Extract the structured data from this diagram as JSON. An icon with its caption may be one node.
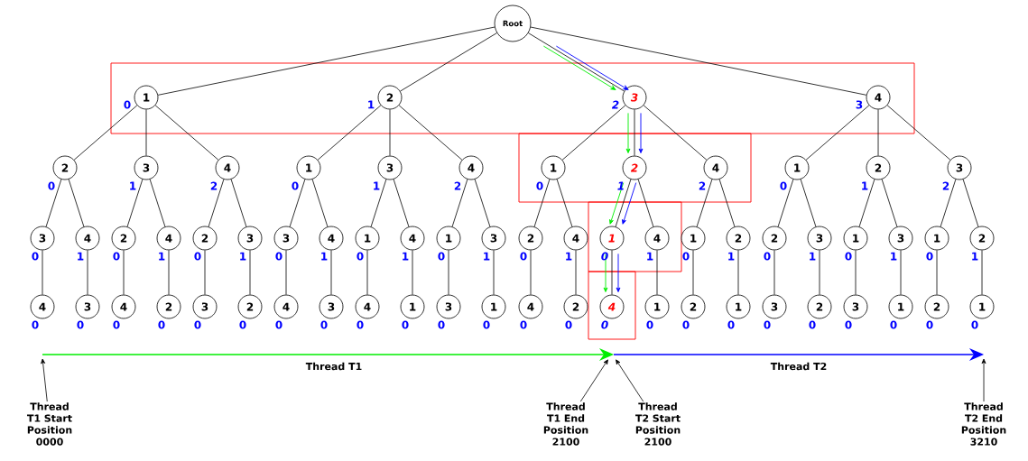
{
  "diagram": {
    "nodes": [
      {
        "text": [
          "Root"
        ]
      },
      {
        "text": [
          "1"
        ],
        "beside": [
          "0"
        ]
      },
      {
        "text": [
          "2"
        ],
        "beside": [
          "1"
        ]
      },
      {
        "text": [
          "3"
        ],
        "beside": [
          "2"
        ]
      },
      {
        "text": [
          "4"
        ],
        "beside": [
          "3"
        ]
      },
      {
        "text": [
          "2"
        ],
        "beside": [
          "0"
        ]
      },
      {
        "text": [
          "3"
        ],
        "beside": [
          "1"
        ]
      },
      {
        "text": [
          "4"
        ],
        "beside": [
          "2"
        ]
      },
      {
        "text": [
          "1"
        ],
        "beside": [
          "0"
        ]
      },
      {
        "text": [
          "3"
        ],
        "beside": [
          "1"
        ]
      },
      {
        "text": [
          "4"
        ],
        "beside": [
          "2"
        ]
      },
      {
        "text": [
          "1"
        ],
        "beside": [
          "0"
        ]
      },
      {
        "text": [
          "2"
        ],
        "beside": [
          "1"
        ]
      },
      {
        "text": [
          "4"
        ],
        "beside": [
          "2"
        ]
      },
      {
        "text": [
          "1"
        ],
        "beside": [
          "0"
        ]
      },
      {
        "text": [
          "2"
        ],
        "beside": [
          "1"
        ]
      },
      {
        "text": [
          "3"
        ],
        "beside": [
          "2"
        ]
      },
      {
        "text": [
          "3"
        ],
        "beside": [
          "0"
        ]
      },
      {
        "text": [
          "4"
        ],
        "beside": [
          "1"
        ]
      },
      {
        "text": [
          "2"
        ],
        "beside": [
          "0"
        ]
      },
      {
        "text": [
          "4"
        ],
        "beside": [
          "1"
        ]
      },
      {
        "text": [
          "2"
        ],
        "beside": [
          "0"
        ]
      },
      {
        "text": [
          "3"
        ],
        "beside": [
          "1"
        ]
      },
      {
        "text": [
          "3"
        ],
        "beside": [
          "0"
        ]
      },
      {
        "text": [
          "4"
        ],
        "beside": [
          "1"
        ]
      },
      {
        "text": [
          "1"
        ],
        "beside": [
          "0"
        ]
      },
      {
        "text": [
          "4"
        ],
        "beside": [
          "1"
        ]
      },
      {
        "text": [
          "1"
        ],
        "beside": [
          "0"
        ]
      },
      {
        "text": [
          "3"
        ],
        "beside": [
          "1"
        ]
      },
      {
        "text": [
          "2"
        ],
        "beside": [
          "0"
        ]
      },
      {
        "text": [
          "4"
        ],
        "beside": [
          "1"
        ]
      },
      {
        "text": [
          "1"
        ],
        "beside": [
          "0"
        ]
      },
      {
        "text": [
          "4"
        ],
        "beside": [
          "1"
        ]
      },
      {
        "text": [
          "1"
        ],
        "beside": [
          "0"
        ]
      },
      {
        "text": [
          "2"
        ],
        "beside": [
          "1"
        ]
      },
      {
        "text": [
          "2"
        ],
        "beside": [
          "0"
        ]
      },
      {
        "text": [
          "3"
        ],
        "beside": [
          "1"
        ]
      },
      {
        "text": [
          "1"
        ],
        "beside": [
          "0"
        ]
      },
      {
        "text": [
          "3"
        ],
        "beside": [
          "1"
        ]
      },
      {
        "text": [
          "1"
        ],
        "beside": [
          "0"
        ]
      },
      {
        "text": [
          "2"
        ],
        "beside": [
          "1"
        ]
      },
      {
        "text": [
          "4"
        ],
        "beside": [
          "0"
        ]
      },
      {
        "text": [
          "3"
        ],
        "beside": [
          "0"
        ]
      },
      {
        "text": [
          "4"
        ],
        "beside": [
          "0"
        ]
      },
      {
        "text": [
          "2"
        ],
        "beside": [
          "0"
        ]
      },
      {
        "text": [
          "3"
        ],
        "beside": [
          "0"
        ]
      },
      {
        "text": [
          "2"
        ],
        "beside": [
          "0"
        ]
      },
      {
        "text": [
          "4"
        ],
        "beside": [
          "0"
        ]
      },
      {
        "text": [
          "3"
        ],
        "beside": [
          "0"
        ]
      },
      {
        "text": [
          "4"
        ],
        "beside": [
          "0"
        ]
      },
      {
        "text": [
          "1"
        ],
        "beside": [
          "0"
        ]
      },
      {
        "text": [
          "3"
        ],
        "beside": [
          "0"
        ]
      },
      {
        "text": [
          "1"
        ],
        "beside": [
          "0"
        ]
      },
      {
        "text": [
          "4"
        ],
        "beside": [
          "0"
        ]
      },
      {
        "text": [
          "2"
        ],
        "beside": [
          "0"
        ]
      },
      {
        "text": [
          "4"
        ],
        "beside": [
          "0"
        ]
      },
      {
        "text": [
          "1"
        ],
        "beside": [
          "0"
        ]
      },
      {
        "text": [
          "2"
        ],
        "beside": [
          "0"
        ]
      },
      {
        "text": [
          "1"
        ],
        "beside": [
          "0"
        ]
      },
      {
        "text": [
          "3"
        ],
        "beside": [
          "0"
        ]
      },
      {
        "text": [
          "2"
        ],
        "beside": [
          "0"
        ]
      },
      {
        "text": [
          "3"
        ],
        "beside": [
          "0"
        ]
      },
      {
        "text": [
          "1"
        ],
        "beside": [
          "0"
        ]
      },
      {
        "text": [
          "2"
        ],
        "beside": [
          "0"
        ]
      },
      {
        "text": [
          "1"
        ],
        "beside": [
          "0"
        ]
      },
      {
        "text": [
          "Thread T1 Start Position 0000"
        ]
      },
      {
        "text": [
          "Thread T1 End Position 2100"
        ]
      },
      {
        "text": [
          "Thread T2 Start Position 2100"
        ]
      },
      {
        "text": [
          "Thread T2 End Position 3210"
        ]
      }
    ],
    "edges": [
      {
        "from": 0,
        "to": 1,
        "arrow": "none"
      },
      {
        "from": 0,
        "to": 2,
        "arrow": "none"
      },
      {
        "from": 0,
        "to": 3,
        "arrow": "none"
      },
      {
        "from": 0,
        "to": 4,
        "arrow": "none"
      },
      {
        "from": 1,
        "to": 5,
        "arrow": "none"
      },
      {
        "from": 1,
        "to": 6,
        "arrow": "none"
      },
      {
        "from": 1,
        "to": 7,
        "arrow": "none"
      },
      {
        "from": 2,
        "to": 8,
        "arrow": "none"
      },
      {
        "from": 2,
        "to": 9,
        "arrow": "none"
      },
      {
        "from": 2,
        "to": 10,
        "arrow": "none"
      },
      {
        "from": 3,
        "to": 11,
        "arrow": "none"
      },
      {
        "from": 3,
        "to": 12,
        "arrow": "none"
      },
      {
        "from": 3,
        "to": 13,
        "arrow": "none"
      },
      {
        "from": 4,
        "to": 14,
        "arrow": "none"
      },
      {
        "from": 4,
        "to": 15,
        "arrow": "none"
      },
      {
        "from": 4,
        "to": 16,
        "arrow": "none"
      },
      {
        "from": 5,
        "to": 17,
        "arrow": "none"
      },
      {
        "from": 5,
        "to": 18,
        "arrow": "none"
      },
      {
        "from": 6,
        "to": 19,
        "arrow": "none"
      },
      {
        "from": 6,
        "to": 20,
        "arrow": "none"
      },
      {
        "from": 7,
        "to": 21,
        "arrow": "none"
      },
      {
        "from": 7,
        "to": 22,
        "arrow": "none"
      },
      {
        "from": 8,
        "to": 23,
        "arrow": "none"
      },
      {
        "from": 8,
        "to": 24,
        "arrow": "none"
      },
      {
        "from": 9,
        "to": 25,
        "arrow": "none"
      },
      {
        "from": 9,
        "to": 26,
        "arrow": "none"
      },
      {
        "from": 10,
        "to": 27,
        "arrow": "none"
      },
      {
        "from": 10,
        "to": 28,
        "arrow": "none"
      },
      {
        "from": 11,
        "to": 29,
        "arrow": "none"
      },
      {
        "from": 11,
        "to": 30,
        "arrow": "none"
      },
      {
        "from": 12,
        "to": 31,
        "arrow": "none"
      },
      {
        "from": 12,
        "to": 32,
        "arrow": "none"
      },
      {
        "from": 13,
        "to": 33,
        "arrow": "none"
      },
      {
        "from": 13,
        "to": 34,
        "arrow": "none"
      },
      {
        "from": 14,
        "to": 35,
        "arrow": "none"
      },
      {
        "from": 14,
        "to": 36,
        "arrow": "none"
      },
      {
        "from": 15,
        "to": 37,
        "arrow": "none"
      },
      {
        "from": 15,
        "to": 38,
        "arrow": "none"
      },
      {
        "from": 16,
        "to": 39,
        "arrow": "none"
      },
      {
        "from": 16,
        "to": 40,
        "arrow": "none"
      },
      {
        "from": 17,
        "to": 41,
        "arrow": "none"
      },
      {
        "from": 18,
        "to": 42,
        "arrow": "none"
      },
      {
        "from": 19,
        "to": 43,
        "arrow": "none"
      },
      {
        "from": 20,
        "to": 44,
        "arrow": "none"
      },
      {
        "from": 21,
        "to": 45,
        "arrow": "none"
      },
      {
        "from": 22,
        "to": 46,
        "arrow": "none"
      },
      {
        "from": 23,
        "to": 47,
        "arrow": "none"
      },
      {
        "from": 24,
        "to": 48,
        "arrow": "none"
      },
      {
        "from": 25,
        "to": 49,
        "arrow": "none"
      },
      {
        "from": 26,
        "to": 50,
        "arrow": "none"
      },
      {
        "from": 27,
        "to": 51,
        "arrow": "none"
      },
      {
        "from": 28,
        "to": 52,
        "arrow": "none"
      },
      {
        "from": 29,
        "to": 53,
        "arrow": "none"
      },
      {
        "from": 30,
        "to": 54,
        "arrow": "none"
      },
      {
        "from": 31,
        "to": 55,
        "arrow": "none"
      },
      {
        "from": 32,
        "to": 56,
        "arrow": "none"
      },
      {
        "from": 33,
        "to": 57,
        "arrow": "none"
      },
      {
        "from": 34,
        "to": 58,
        "arrow": "none"
      },
      {
        "from": 35,
        "to": 59,
        "arrow": "none"
      },
      {
        "from": 36,
        "to": 60,
        "arrow": "none"
      },
      {
        "from": 37,
        "to": 61,
        "arrow": "none"
      },
      {
        "from": 38,
        "to": 62,
        "arrow": "none"
      },
      {
        "from": 39,
        "to": 63,
        "arrow": "none"
      },
      {
        "from": 40,
        "to": 64,
        "arrow": "none"
      },
      {
        "from": 0,
        "to": 3,
        "arrow": "to",
        "color": "#00ee00"
      },
      {
        "from": 0,
        "to": 3,
        "arrow": "to",
        "color": "#0000ff"
      },
      {
        "from": 3,
        "to": 12,
        "arrow": "to",
        "color": "#00ee00"
      },
      {
        "from": 3,
        "to": 12,
        "arrow": "to",
        "color": "#0000ff"
      },
      {
        "from": 12,
        "to": 31,
        "arrow": "to",
        "color": "#00ee00"
      },
      {
        "from": 12,
        "to": 31,
        "arrow": "to",
        "color": "#0000ff"
      },
      {
        "from": 31,
        "to": 55,
        "arrow": "to",
        "color": "#00ee00"
      },
      {
        "from": 31,
        "to": 55,
        "arrow": "to",
        "color": "#0000ff"
      },
      {
        "from": 65,
        "to": null,
        "arrow": "to"
      },
      {
        "from": 66,
        "to": null,
        "arrow": "to"
      },
      {
        "from": 67,
        "to": null,
        "arrow": "to"
      },
      {
        "from": 68,
        "to": null,
        "arrow": "to"
      }
    ],
    "labels": [
      "Thread T1",
      "Thread T2"
    ]
  }
}
